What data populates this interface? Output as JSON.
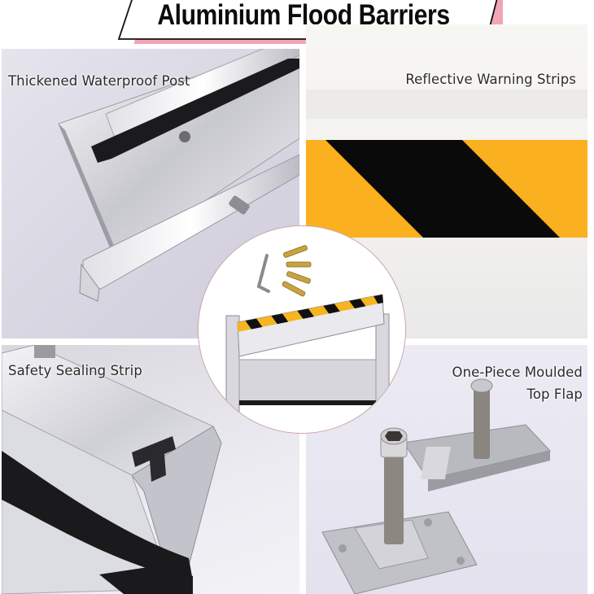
{
  "title": {
    "text": "Aluminium Flood Barriers",
    "banner_fill": "#ffffff",
    "banner_outline": "#111111",
    "banner_shadow": "#f2a5b4"
  },
  "panels": [
    {
      "id": "top-left",
      "caption": "Thickened Waterproof Post",
      "subject": "aluminium post profile with black rubber gasket"
    },
    {
      "id": "top-right",
      "caption": "Reflective Warning Strips",
      "subject": "yellow and black diagonal reflective strip",
      "colors": {
        "yellow": "#fbb01f",
        "black": "#0a0a0a"
      }
    },
    {
      "id": "bottom-left",
      "caption": "Safety Sealing Strip",
      "subject": "aluminium profile with black rubber sealing strip"
    },
    {
      "id": "bottom-right",
      "caption_lines": [
        "One-Piece Moulded",
        "Top Flap"
      ],
      "subject": "two base plates with hex bolts"
    }
  ],
  "center": {
    "subject": "assembled flood barrier with hex key and expansion bolts",
    "accessories": [
      "hex-key",
      "expansion-bolt",
      "expansion-bolt",
      "expansion-bolt",
      "expansion-bolt"
    ]
  }
}
